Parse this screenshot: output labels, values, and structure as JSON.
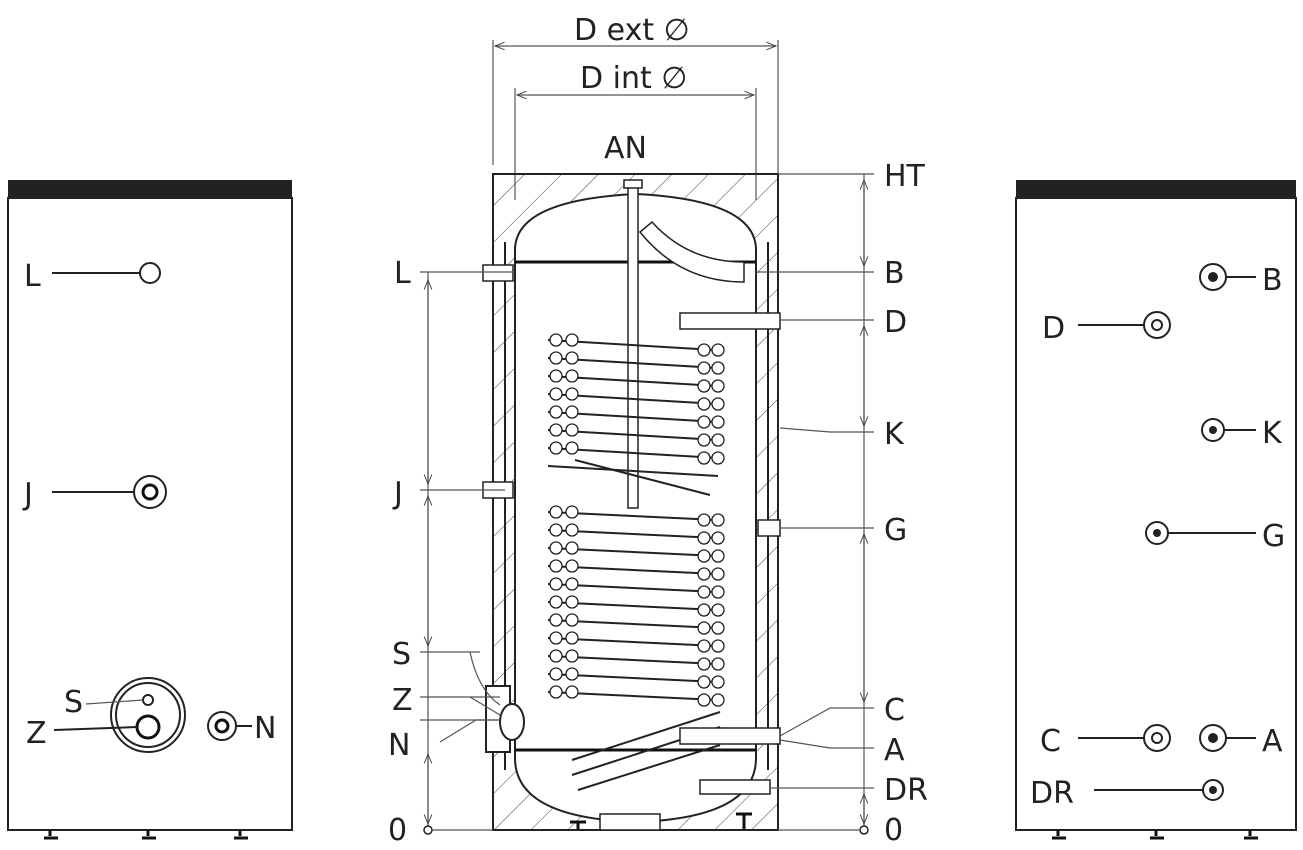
{
  "dims": {
    "d_ext": "D ext ∅",
    "d_int": "D int ∅",
    "an": "AN"
  },
  "front_view": {
    "labels": {
      "L": "L",
      "J": "J",
      "S": "S",
      "Z": "Z",
      "N": "N"
    }
  },
  "section_view": {
    "left_labels": {
      "L": "L",
      "J": "J",
      "S": "S",
      "Z": "Z",
      "N": "N",
      "zero": "0"
    },
    "right_labels": {
      "HT": "HT",
      "B": "B",
      "D": "D",
      "K": "K",
      "G": "G",
      "C": "C",
      "A": "A",
      "DR": "DR",
      "zero": "0"
    }
  },
  "back_view": {
    "labels": {
      "B": "B",
      "D": "D",
      "K": "K",
      "G": "G",
      "C": "C",
      "A": "A",
      "DR": "DR"
    }
  }
}
